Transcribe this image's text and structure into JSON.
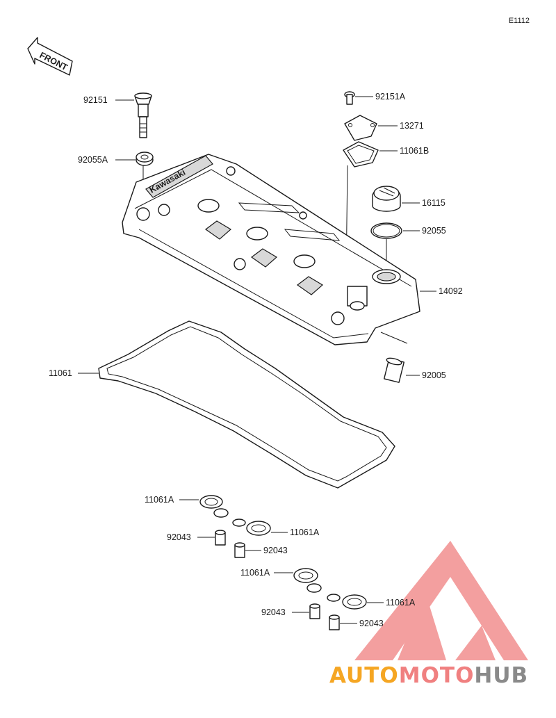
{
  "diagram_id": "E1112",
  "front_label": "FRONT",
  "brand_text": "Kawasaki",
  "parts": [
    {
      "id": "p-92151",
      "number": "92151"
    },
    {
      "id": "p-92055A",
      "number": "92055A"
    },
    {
      "id": "p-92151A",
      "number": "92151A"
    },
    {
      "id": "p-13271",
      "number": "13271"
    },
    {
      "id": "p-11061B",
      "number": "11061B"
    },
    {
      "id": "p-16115",
      "number": "16115"
    },
    {
      "id": "p-92055",
      "number": "92055"
    },
    {
      "id": "p-14092",
      "number": "14092"
    },
    {
      "id": "p-11061",
      "number": "11061"
    },
    {
      "id": "p-92005",
      "number": "92005"
    },
    {
      "id": "p-11061A-1",
      "number": "11061A"
    },
    {
      "id": "p-92043-1",
      "number": "92043"
    },
    {
      "id": "p-11061A-2",
      "number": "11061A"
    },
    {
      "id": "p-92043-2",
      "number": "92043"
    },
    {
      "id": "p-11061A-3",
      "number": "11061A"
    },
    {
      "id": "p-92043-3",
      "number": "92043"
    },
    {
      "id": "p-11061A-4",
      "number": "11061A"
    },
    {
      "id": "p-92043-4",
      "number": "92043"
    }
  ],
  "watermark": {
    "part1": "AUTO",
    "part2": "MOTO",
    "part3": "HUB"
  },
  "colors": {
    "line": "#1a1a1a",
    "watermark_red": "#f08080",
    "watermark_orange": "#f5a623",
    "watermark_gray": "#8a8a8a"
  }
}
